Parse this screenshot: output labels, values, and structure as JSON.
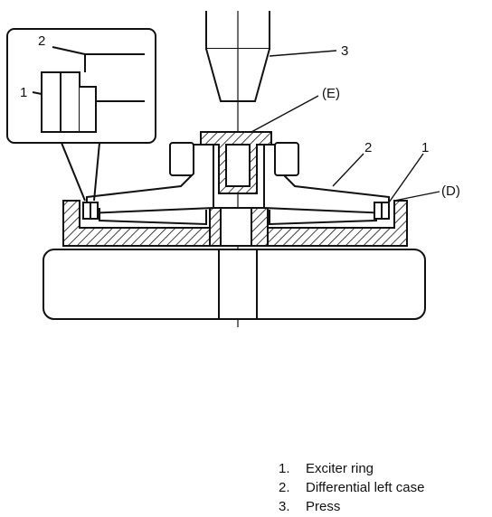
{
  "callouts": {
    "press": "3",
    "point_e": "(E)",
    "diff_case": "2",
    "exciter_ring": "1",
    "point_d": "(D)",
    "inset_num_2": "2",
    "inset_num_1": "1"
  },
  "legend": [
    {
      "num": "1.",
      "text": "Exciter ring"
    },
    {
      "num": "2.",
      "text": "Differential left case"
    },
    {
      "num": "3.",
      "text": "Press"
    }
  ]
}
